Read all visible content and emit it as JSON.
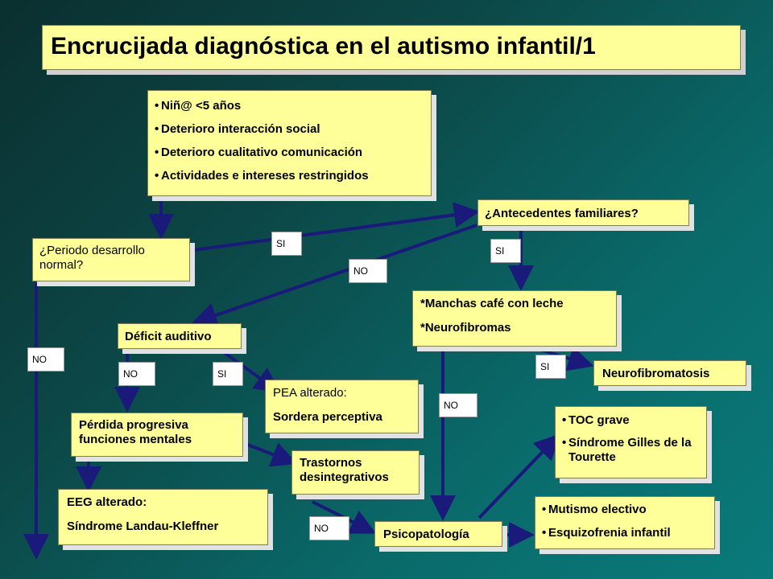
{
  "title": "Encrucijada diagnóstica en el autismo infantil/1",
  "criteria": [
    "Niñ@ <5 años",
    "Deterioro interacción social",
    "Deterioro cualitativo comunicación",
    "Actividades e intereses restringidos"
  ],
  "periodo": "¿Periodo desarrollo normal?",
  "antecedentes": "¿Antecedentes familiares?",
  "manchas": [
    "*Manchas café con leche",
    "*Neurofibromas"
  ],
  "neurofibromatosis": "Neurofibromatosis",
  "deficit": "Déficit auditivo",
  "pea": [
    "PEA alterado:",
    "Sordera perceptiva"
  ],
  "perdida": "Pérdida progresiva funciones mentales",
  "trastornos": "Trastornos desintegrativos",
  "eeg": [
    "EEG alterado:",
    "Síndrome Landau-Kleffner"
  ],
  "toc": [
    "TOC grave",
    "Síndrome Gilles de la Tourette"
  ],
  "psicopatologia": "Psicopatología",
  "mutismo": [
    "Mutismo electivo",
    "Esquizofrenia infantil"
  ],
  "labels": {
    "si": "SI",
    "no": "NO"
  },
  "colors": {
    "arrow": "#1a1a7a",
    "box": "#ffff99",
    "shadow": "#e2e2e2"
  }
}
